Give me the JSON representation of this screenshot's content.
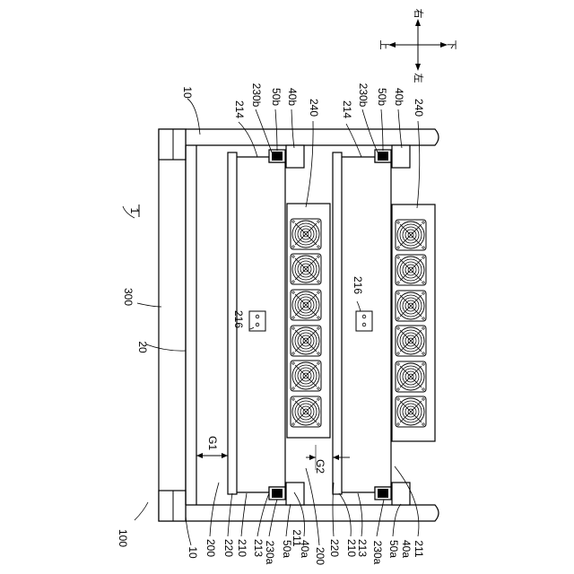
{
  "figure": {
    "number": "1",
    "directions": {
      "up": "上",
      "down": "下",
      "left": "左",
      "right": "右"
    },
    "labels": {
      "l100": "100",
      "l10_top": "10",
      "l10_bottom": "10",
      "l300": "300",
      "l20": "20",
      "l216_a": "216",
      "l216_b": "216",
      "gap1": "G1",
      "gap2": "G2",
      "t214_a": "214",
      "t230b_a": "230b",
      "t50b_a": "50b",
      "t40b_a": "40b",
      "t240_a": "240",
      "t214_b": "214",
      "t230b_b": "230b",
      "t50b_b": "50b",
      "t40b_b": "40b",
      "t240_b": "240",
      "b200_a": "200",
      "b220_a": "220",
      "b210_a": "210",
      "b213_a": "213",
      "b230a_a": "230a",
      "b50a_a": "50a",
      "b40a_a": "40a",
      "b211_a": "211",
      "b200_b": "200",
      "b220_b": "220",
      "b210_b": "210",
      "b213_b": "213",
      "b230a_b": "230a",
      "b50a_b": "50a",
      "b40a_b": "40a",
      "b211_b": "211"
    }
  }
}
